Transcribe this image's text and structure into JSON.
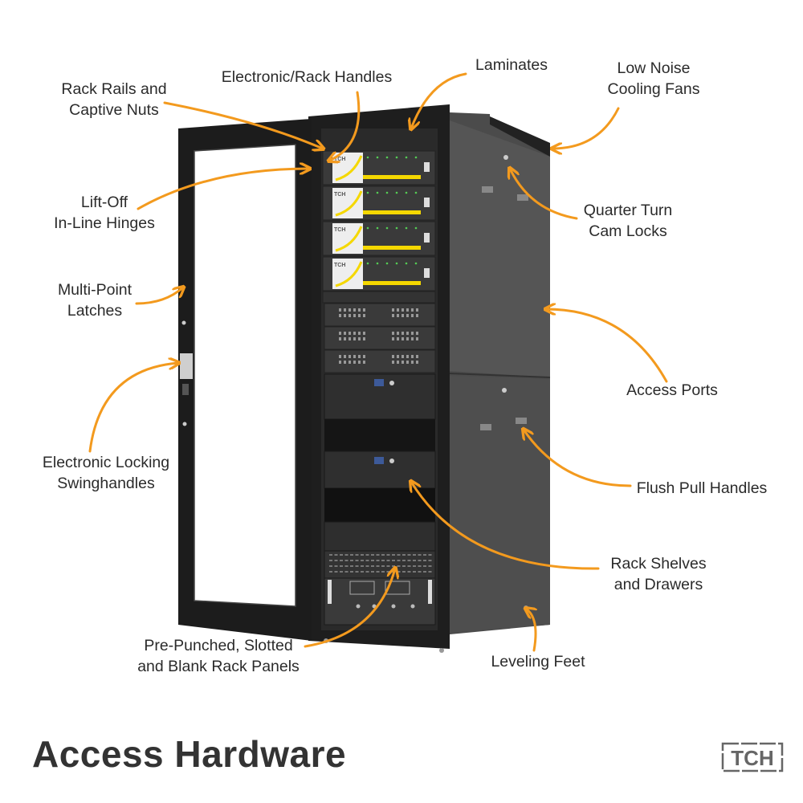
{
  "title": "Access Hardware",
  "logo_text": "TCH",
  "colors": {
    "arrow": "#f39a1e",
    "cabinet": "#3a3a3a",
    "side_panel": "#4a4a4a",
    "ups_stripe": "#f5d800",
    "text": "#2b2b2b"
  },
  "callouts": [
    {
      "id": "rack-rails",
      "lines": [
        "Rack Rails and",
        "Captive Nuts"
      ]
    },
    {
      "id": "rack-handles",
      "lines": [
        "Electronic/Rack Handles"
      ]
    },
    {
      "id": "laminates",
      "lines": [
        "Laminates"
      ]
    },
    {
      "id": "cooling-fans",
      "lines": [
        "Low Noise",
        "Cooling Fans"
      ]
    },
    {
      "id": "hinges",
      "lines": [
        "Lift-Off",
        "In-Line Hinges"
      ]
    },
    {
      "id": "cam-locks",
      "lines": [
        "Quarter Turn",
        "Cam Locks"
      ]
    },
    {
      "id": "latches",
      "lines": [
        "Multi-Point",
        "Latches"
      ]
    },
    {
      "id": "access-ports",
      "lines": [
        "Access Ports"
      ]
    },
    {
      "id": "swinghandles",
      "lines": [
        "Electronic Locking",
        "Swinghandles"
      ]
    },
    {
      "id": "pull-handles",
      "lines": [
        "Flush Pull Handles"
      ]
    },
    {
      "id": "shelves",
      "lines": [
        "Rack Shelves",
        "and Drawers"
      ]
    },
    {
      "id": "rack-panels",
      "lines": [
        "Pre-Punched, Slotted",
        "and Blank Rack Panels"
      ]
    },
    {
      "id": "leveling-feet",
      "lines": [
        "Leveling Feet"
      ]
    }
  ]
}
